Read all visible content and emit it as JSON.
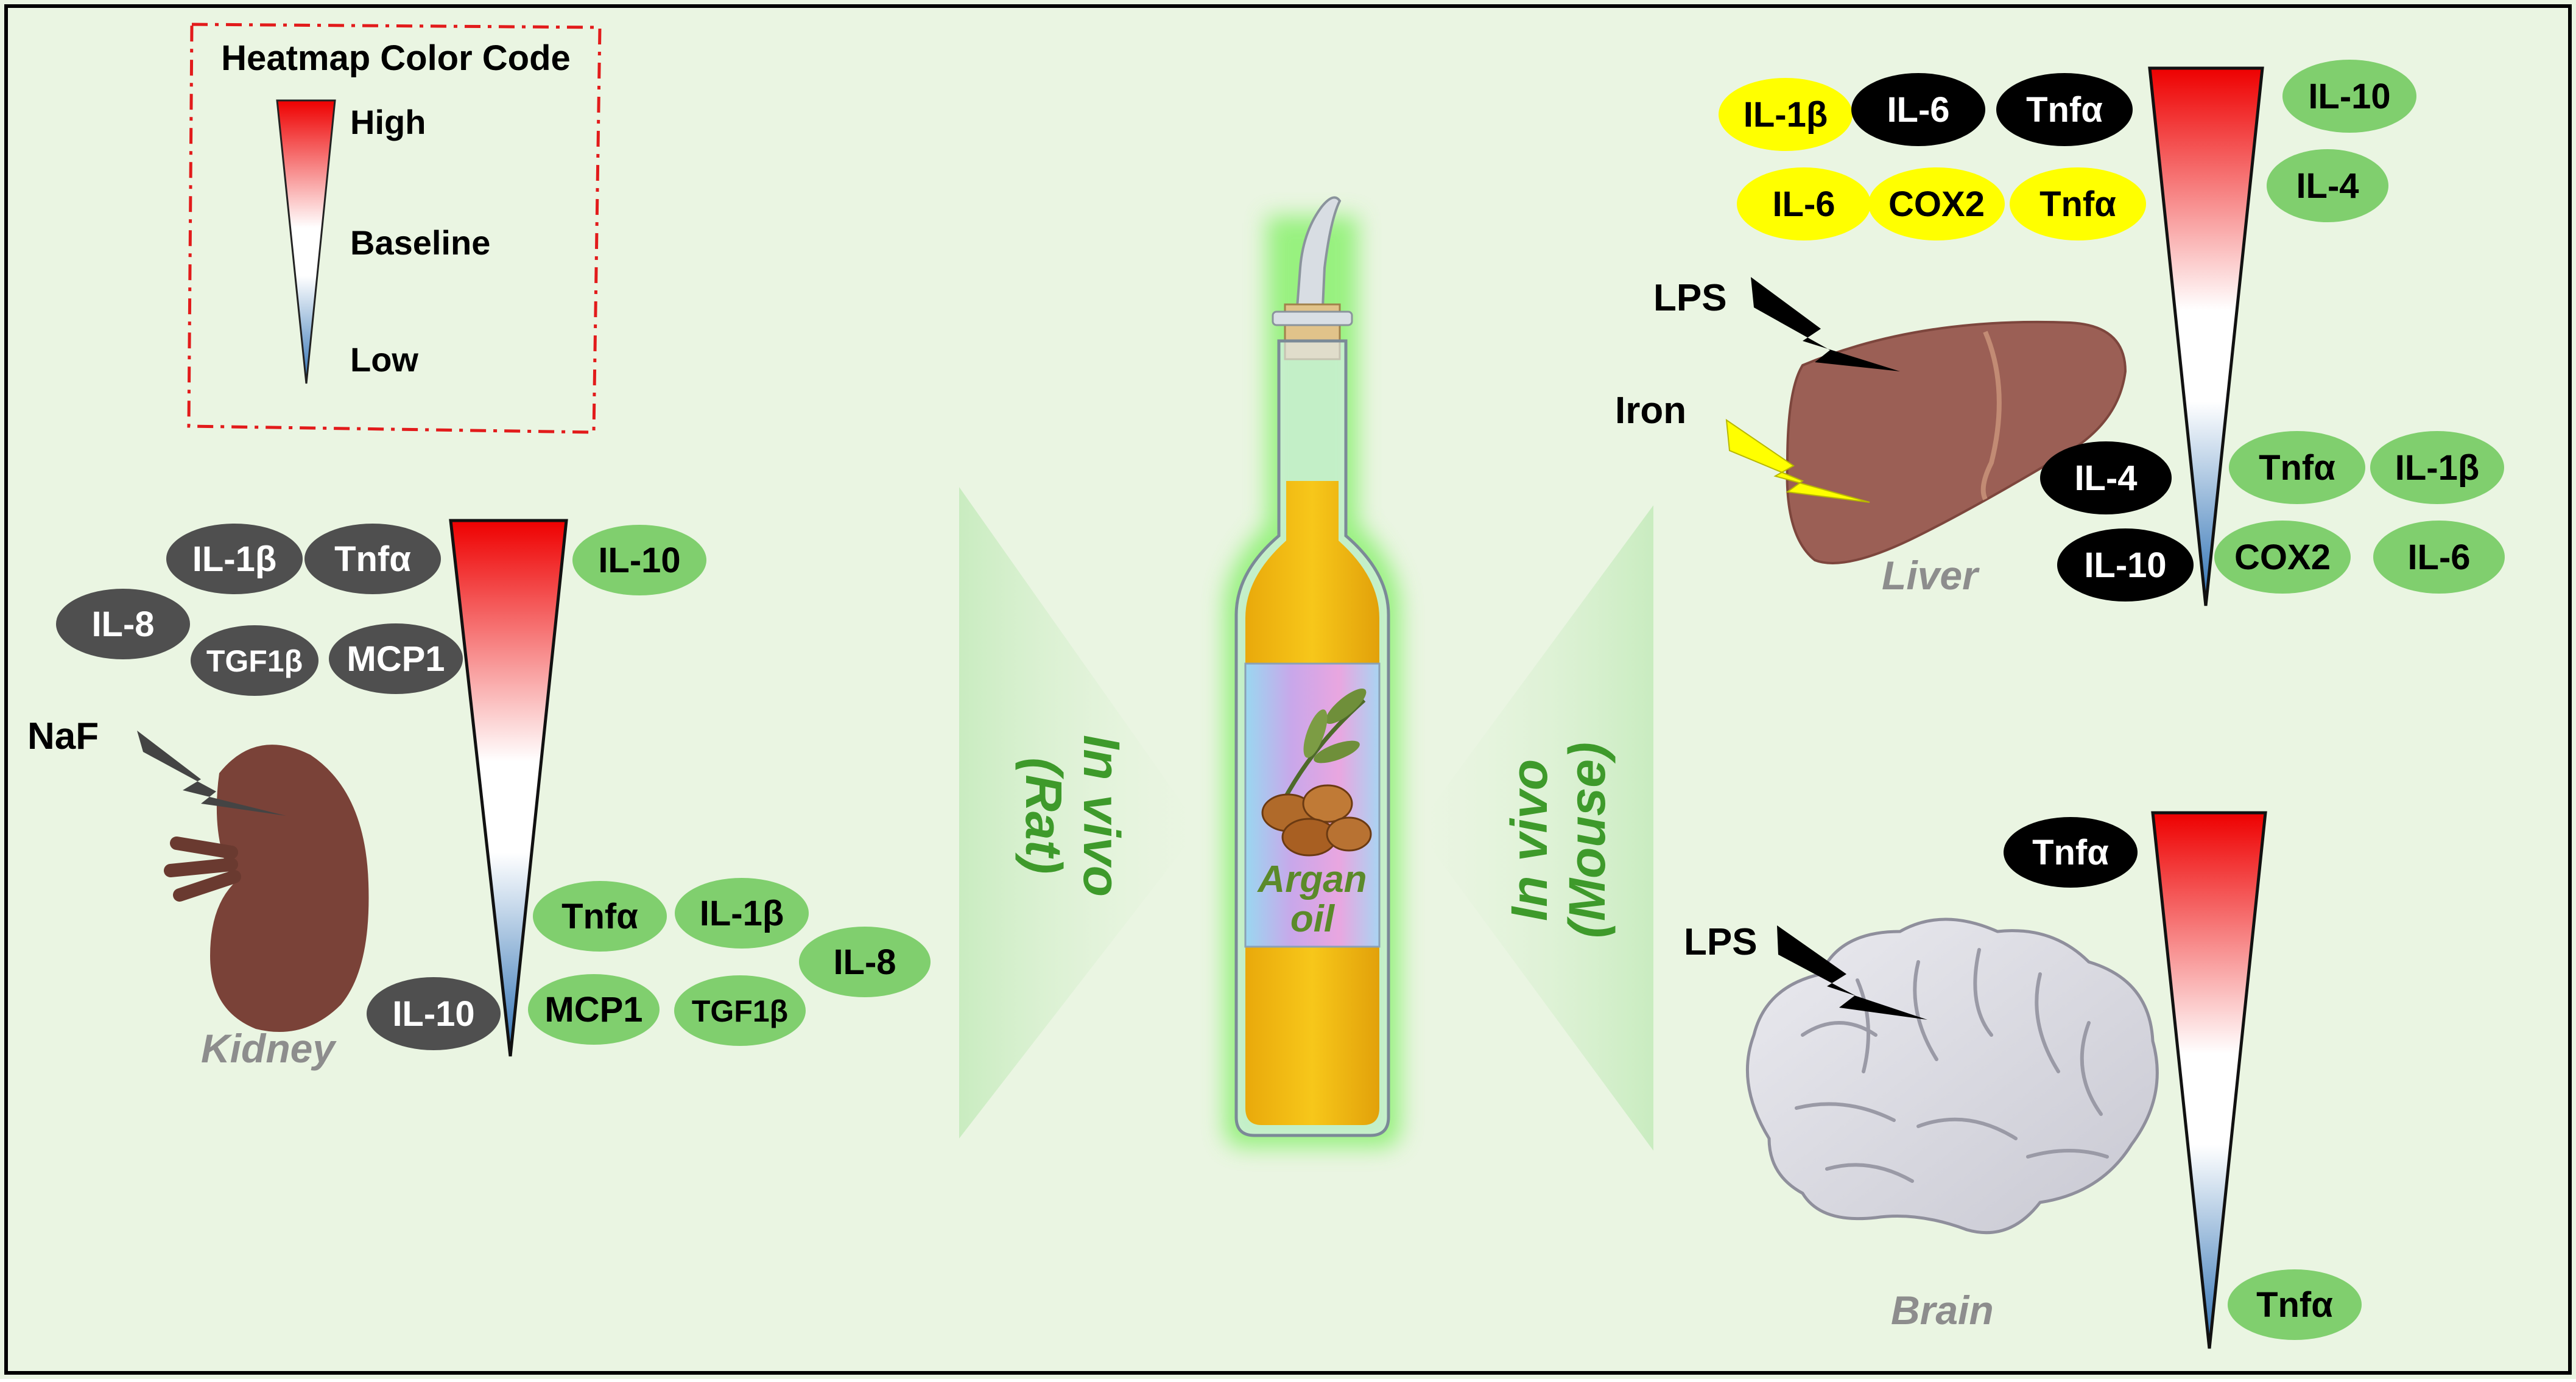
{
  "legend": {
    "title": "Heatmap Color Code",
    "high": "High",
    "baseline": "Baseline",
    "low": "Low"
  },
  "colors": {
    "background": "#eaf5e2",
    "upregulated_green": "#80cf6e",
    "dark_gray": "#4f4f4f",
    "black": "#000000",
    "yellow": "#ffff00",
    "heat_high": "#ee0000",
    "heat_low": "#2b6fb3"
  },
  "center": {
    "product_line1": "Argan",
    "product_line2": "oil",
    "rat_line1": "In vivo",
    "rat_line2": "(Rat)",
    "mouse_line1": "In vivo",
    "mouse_line2": "(Mouse)"
  },
  "kidney": {
    "organ_label": "Kidney",
    "stressor": "NaF",
    "top_gray": [
      "IL-1β",
      "Tnfα",
      "IL-8",
      "TGF1β",
      "MCP1"
    ],
    "top_green": [
      "IL-10"
    ],
    "bottom_green": [
      "Tnfα",
      "IL-1β",
      "IL-8",
      "MCP1",
      "TGF1β"
    ],
    "bottom_gray": [
      "IL-10"
    ]
  },
  "liver": {
    "organ_label": "Liver",
    "stressor_lps": "LPS",
    "stressor_iron": "Iron",
    "top_yellow": [
      "IL-1β",
      "IL-6",
      "COX2",
      "Tnfα"
    ],
    "top_black": [
      "IL-6",
      "Tnfα"
    ],
    "top_green": [
      "IL-10",
      "IL-4"
    ],
    "bottom_black": [
      "IL-4",
      "IL-10"
    ],
    "bottom_green": [
      "Tnfα",
      "IL-1β",
      "COX2",
      "IL-6"
    ]
  },
  "brain": {
    "organ_label": "Brain",
    "stressor": "LPS",
    "top_black": [
      "Tnfα"
    ],
    "bottom_green": [
      "Tnfα"
    ]
  }
}
